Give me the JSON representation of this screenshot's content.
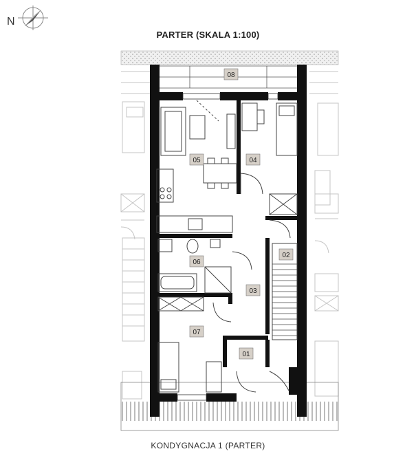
{
  "north_label": "N",
  "title": "PARTER (SKALA 1:100)",
  "caption": "KONDYGNACJA 1 (PARTER)",
  "rooms": [
    {
      "id": "08"
    },
    {
      "id": "05"
    },
    {
      "id": "04"
    },
    {
      "id": "02"
    },
    {
      "id": "06"
    },
    {
      "id": "03"
    },
    {
      "id": "07"
    },
    {
      "id": "01"
    }
  ],
  "colors": {
    "wall": "#111111",
    "tag": "#d6d0c8",
    "faint": "#c4c4c4",
    "line": "#555555"
  }
}
